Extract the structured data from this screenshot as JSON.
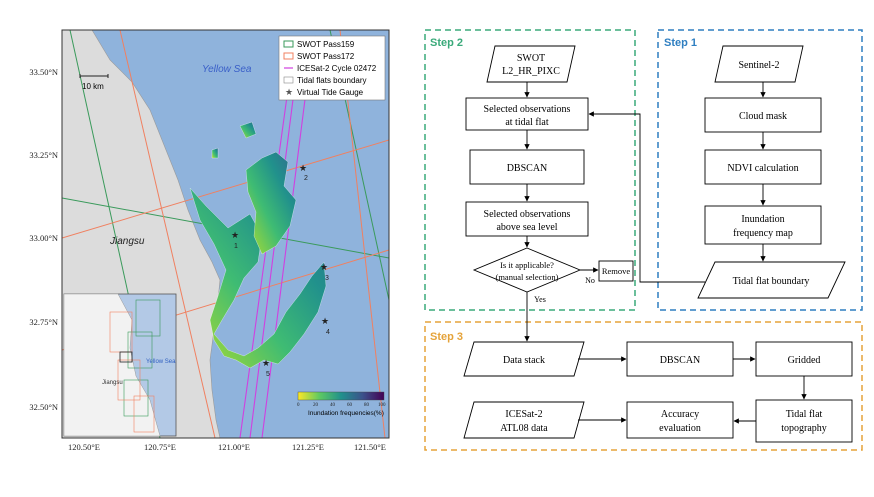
{
  "map": {
    "legend": [
      {
        "label": "SWOT Pass159",
        "color": "#3a9a5b"
      },
      {
        "label": "SWOT Pass172",
        "color": "#f08060"
      },
      {
        "label": "ICESat-2 Cycle 02472",
        "color": "#d040e0"
      },
      {
        "label": "Tidal flats boundary",
        "color": "#ffffff"
      },
      {
        "label": "Virtual Tide Gauge",
        "color": "#555555"
      }
    ],
    "sea_label": "Yellow Sea",
    "land_label": "Jiangsu",
    "scalebar": "10 km",
    "lat_ticks": [
      "33.50°N",
      "33.25°N",
      "33.00°N",
      "32.75°N",
      "32.50°N"
    ],
    "lon_ticks": [
      "120.50°E",
      "120.75°E",
      "121.00°E",
      "121.25°E",
      "121.50°E"
    ],
    "gauges": [
      "1",
      "2",
      "3",
      "4",
      "5"
    ],
    "colorbar_title": "Inundation frequencies(%)",
    "colorbar_ticks": [
      "0",
      "20",
      "40",
      "60",
      "80",
      "100"
    ],
    "inset_sea": "Yellow Sea",
    "inset_land": "Jiangsu"
  },
  "flow": {
    "step1": {
      "title": "Step 1",
      "sentinel": "Sentinel-2",
      "cloud": "Cloud mask",
      "ndvi": "NDVI calculation",
      "inund1": "Inundation",
      "inund2": "frequency map",
      "boundary": "Tidal flat  boundary"
    },
    "step2": {
      "title": "Step 2",
      "swot1": "SWOT",
      "swot2": "L2_HR_PIXC",
      "sel1": "Selected observations",
      "sel2": "at tidal flat",
      "dbscan": "DBSCAN",
      "above1": "Selected observations",
      "above2": "above sea level",
      "dec1": "Is it applicable?",
      "dec2": "(manual selection)",
      "no": "No",
      "yes": "Yes",
      "remove": "Remove"
    },
    "step3": {
      "title": "Step 3",
      "stack": "Data stack",
      "dbscan": "DBSCAN",
      "gridded": "Gridded",
      "topo1": "Tidal flat",
      "topo2": "topography",
      "acc1": "Accuracy",
      "acc2": "evaluation",
      "ice1": "ICESat-2",
      "ice2": "ATL08 data"
    }
  }
}
